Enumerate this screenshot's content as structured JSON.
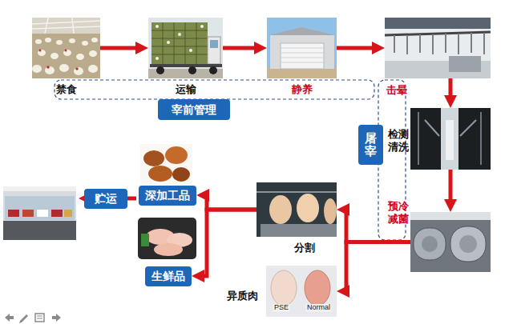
{
  "diagram": {
    "nodes": [
      {
        "text": [
          "禁食"
        ]
      },
      {
        "text": [
          "运输"
        ]
      },
      {
        "text": [
          "静养"
        ]
      },
      {
        "text": [
          "宰前管理"
        ]
      },
      {
        "text": [
          "击晕"
        ]
      },
      {
        "text": [
          "屠宰"
        ]
      },
      {
        "text": [
          "检测清洗"
        ]
      },
      {
        "text": [
          "预冷减菌"
        ]
      },
      {
        "text": [
          "分割"
        ]
      },
      {
        "text": [
          "异质肉"
        ]
      },
      {
        "text": [
          "深加工品"
        ]
      },
      {
        "text": [
          "生鲜品"
        ]
      },
      {
        "text": [
          "贮运"
        ]
      }
    ],
    "edges": [
      {
        "from": 0,
        "to": 1,
        "arrow": "to"
      },
      {
        "from": 1,
        "to": 2,
        "arrow": "to"
      },
      {
        "from": 2,
        "to": 4,
        "arrow": "to"
      },
      {
        "from": 4,
        "to": 6,
        "arrow": "to"
      },
      {
        "from": 6,
        "to": 7,
        "arrow": "to"
      },
      {
        "from": 7,
        "to": 8,
        "arrow": "to"
      },
      {
        "from": 7,
        "to": 9,
        "arrow": "to"
      },
      {
        "from": 8,
        "to": 10,
        "arrow": "to"
      },
      {
        "from": 8,
        "to": 11,
        "arrow": "to"
      }
    ],
    "labels": [
      "PSE",
      "Normal"
    ]
  }
}
